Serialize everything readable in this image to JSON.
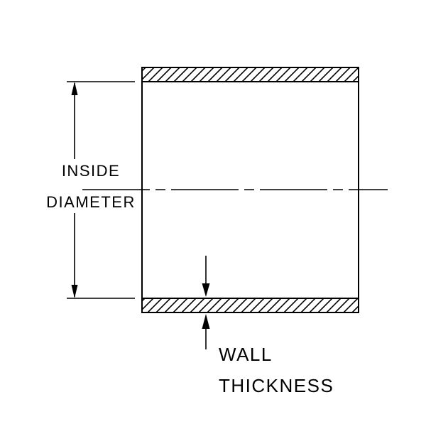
{
  "diagram": {
    "type": "technical-drawing",
    "background_color": "#ffffff",
    "line_color": "#000000",
    "labels": {
      "inside_diameter": {
        "line1": "INSIDE",
        "line2": "DIAMETER"
      },
      "wall_thickness": {
        "line1": "WALL",
        "line2": "THICKNESS"
      }
    }
  }
}
